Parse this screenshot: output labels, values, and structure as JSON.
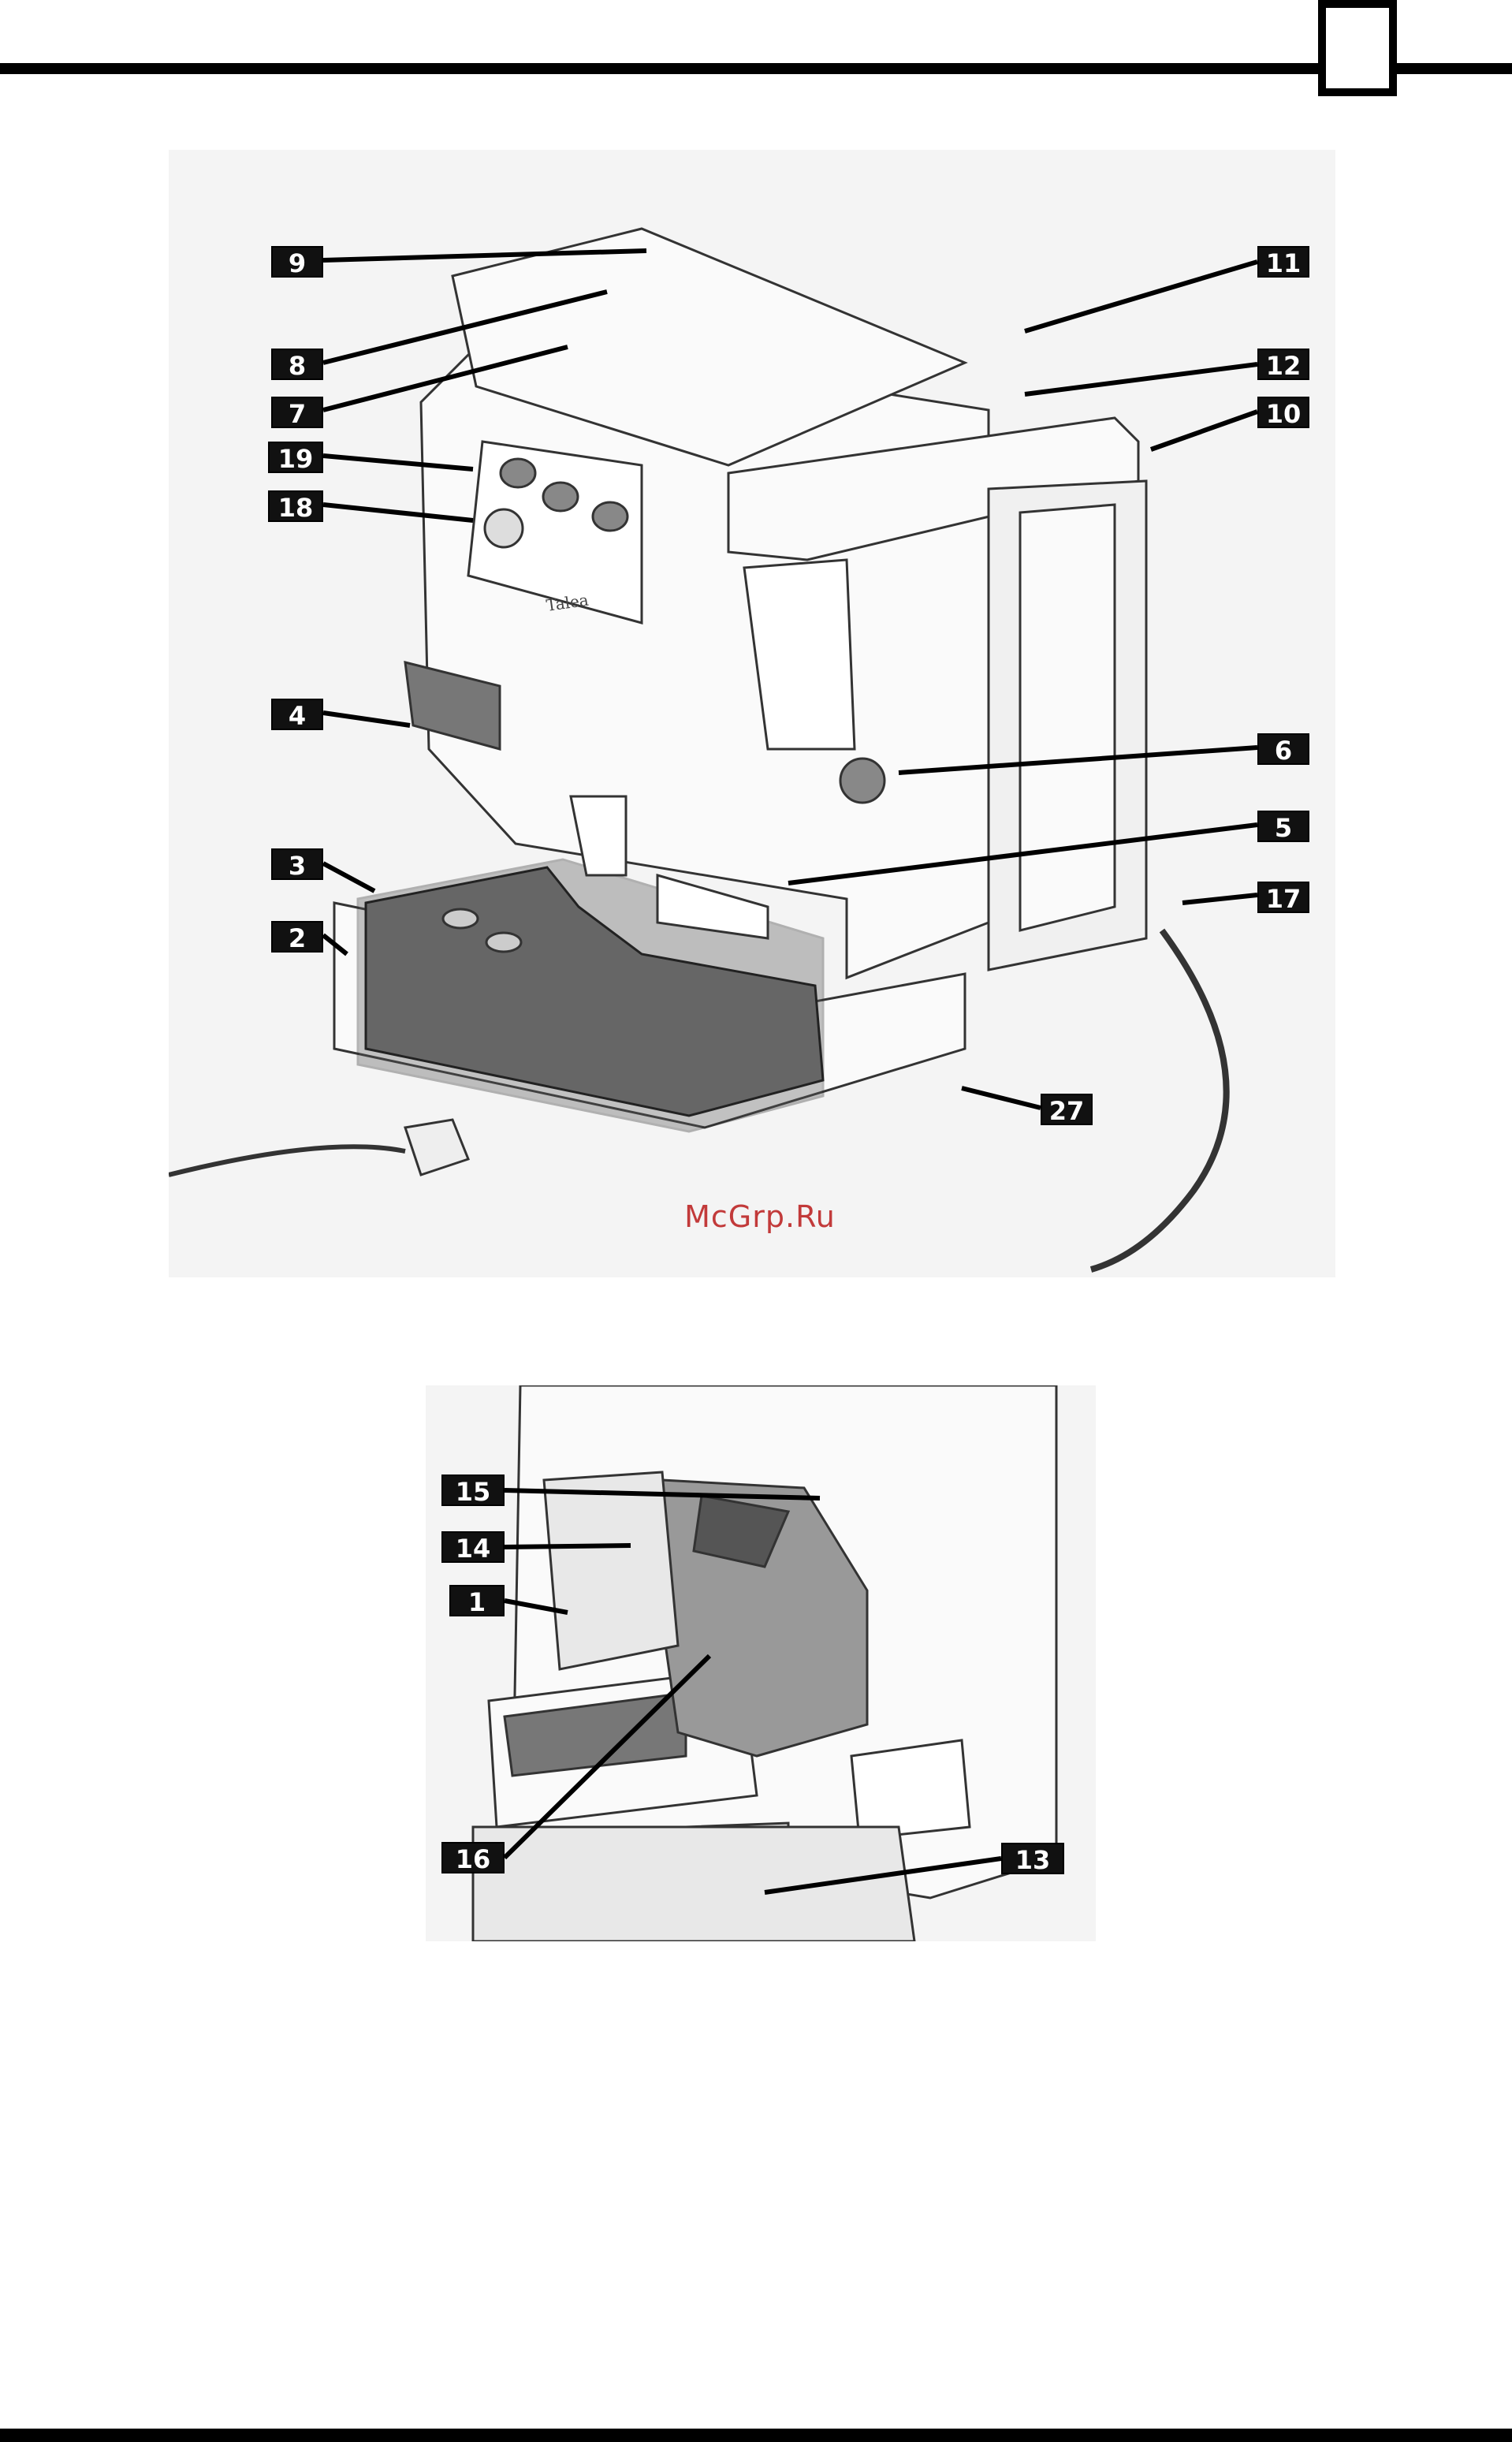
{
  "watermark": "McGrp.Ru",
  "figure_main": {
    "callouts": [
      "9",
      "8",
      "7",
      "19",
      "18",
      "4",
      "3",
      "2",
      "11",
      "12",
      "10",
      "6",
      "5",
      "17",
      "27"
    ],
    "panel_logo": "Talea"
  },
  "figure_detail": {
    "callouts": [
      "15",
      "14",
      "1",
      "16",
      "13"
    ]
  }
}
